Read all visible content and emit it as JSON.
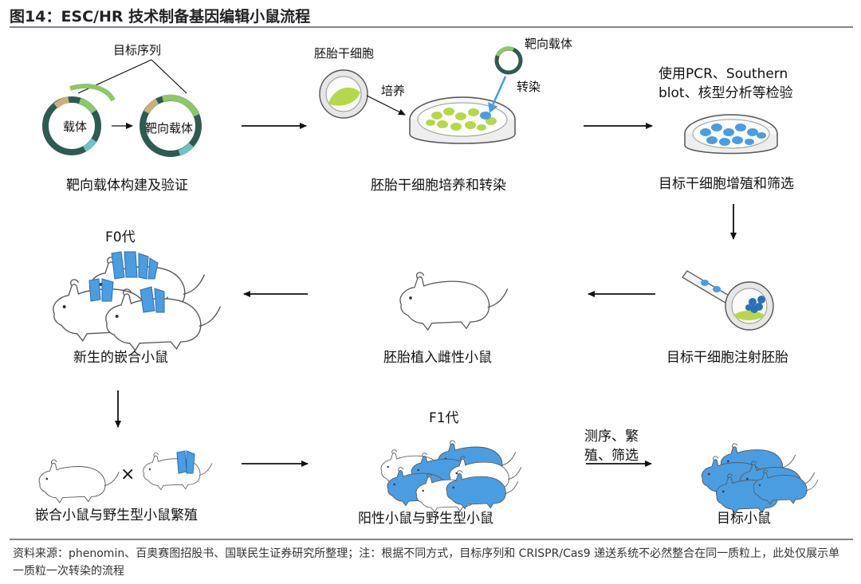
{
  "title": "图14：ESC/HR 技术制备基因编辑小鼠流程",
  "steps": {
    "vector_construction": {
      "target_sequence": "目标序列",
      "vector": "载体",
      "targeting_vector": "靶向载体",
      "caption": "靶向载体构建及验证"
    },
    "esc_culture": {
      "esc": "胚胎干细胞",
      "culture": "培养",
      "targeting_vector": "靶向载体",
      "transfection": "转染",
      "caption": "胚胎干细胞培养和转染"
    },
    "screening": {
      "method_line1": "使用PCR、Southern",
      "method_line2": "blot、核型分析等检验",
      "caption": "目标干细胞增殖和筛选"
    },
    "injection": {
      "caption": "目标干细胞注射胚胎"
    },
    "implant": {
      "caption": "胚胎植入雌性小鼠"
    },
    "f0": {
      "generation": "F0代",
      "caption": "新生的嵌合小鼠"
    },
    "breeding": {
      "cross": "×",
      "caption": "嵌合小鼠与野生型小鼠繁殖"
    },
    "f1": {
      "generation": "F1代",
      "caption": "阳性小鼠与野生型小鼠"
    },
    "final": {
      "process_line1": "测序、繁",
      "process_line2": "殖、筛选",
      "caption": "目标小鼠"
    }
  },
  "source": "资料来源：phenomin、百奥赛图招股书、国联民生证券研究所整理；注：根据不同方式，目标序列和 CRISPR/Cas9 递送系统不必然整合在同一质粒上，此处仅展示单一质粒一次转染的流程",
  "colors": {
    "dark_green": "#2f5a52",
    "light_green": "#8cc866",
    "tan": "#c9b07a",
    "teal": "#6fc3c2",
    "yellow_green": "#b5d84a",
    "blue": "#4a9de0",
    "dark_blue": "#2b6fb8"
  }
}
